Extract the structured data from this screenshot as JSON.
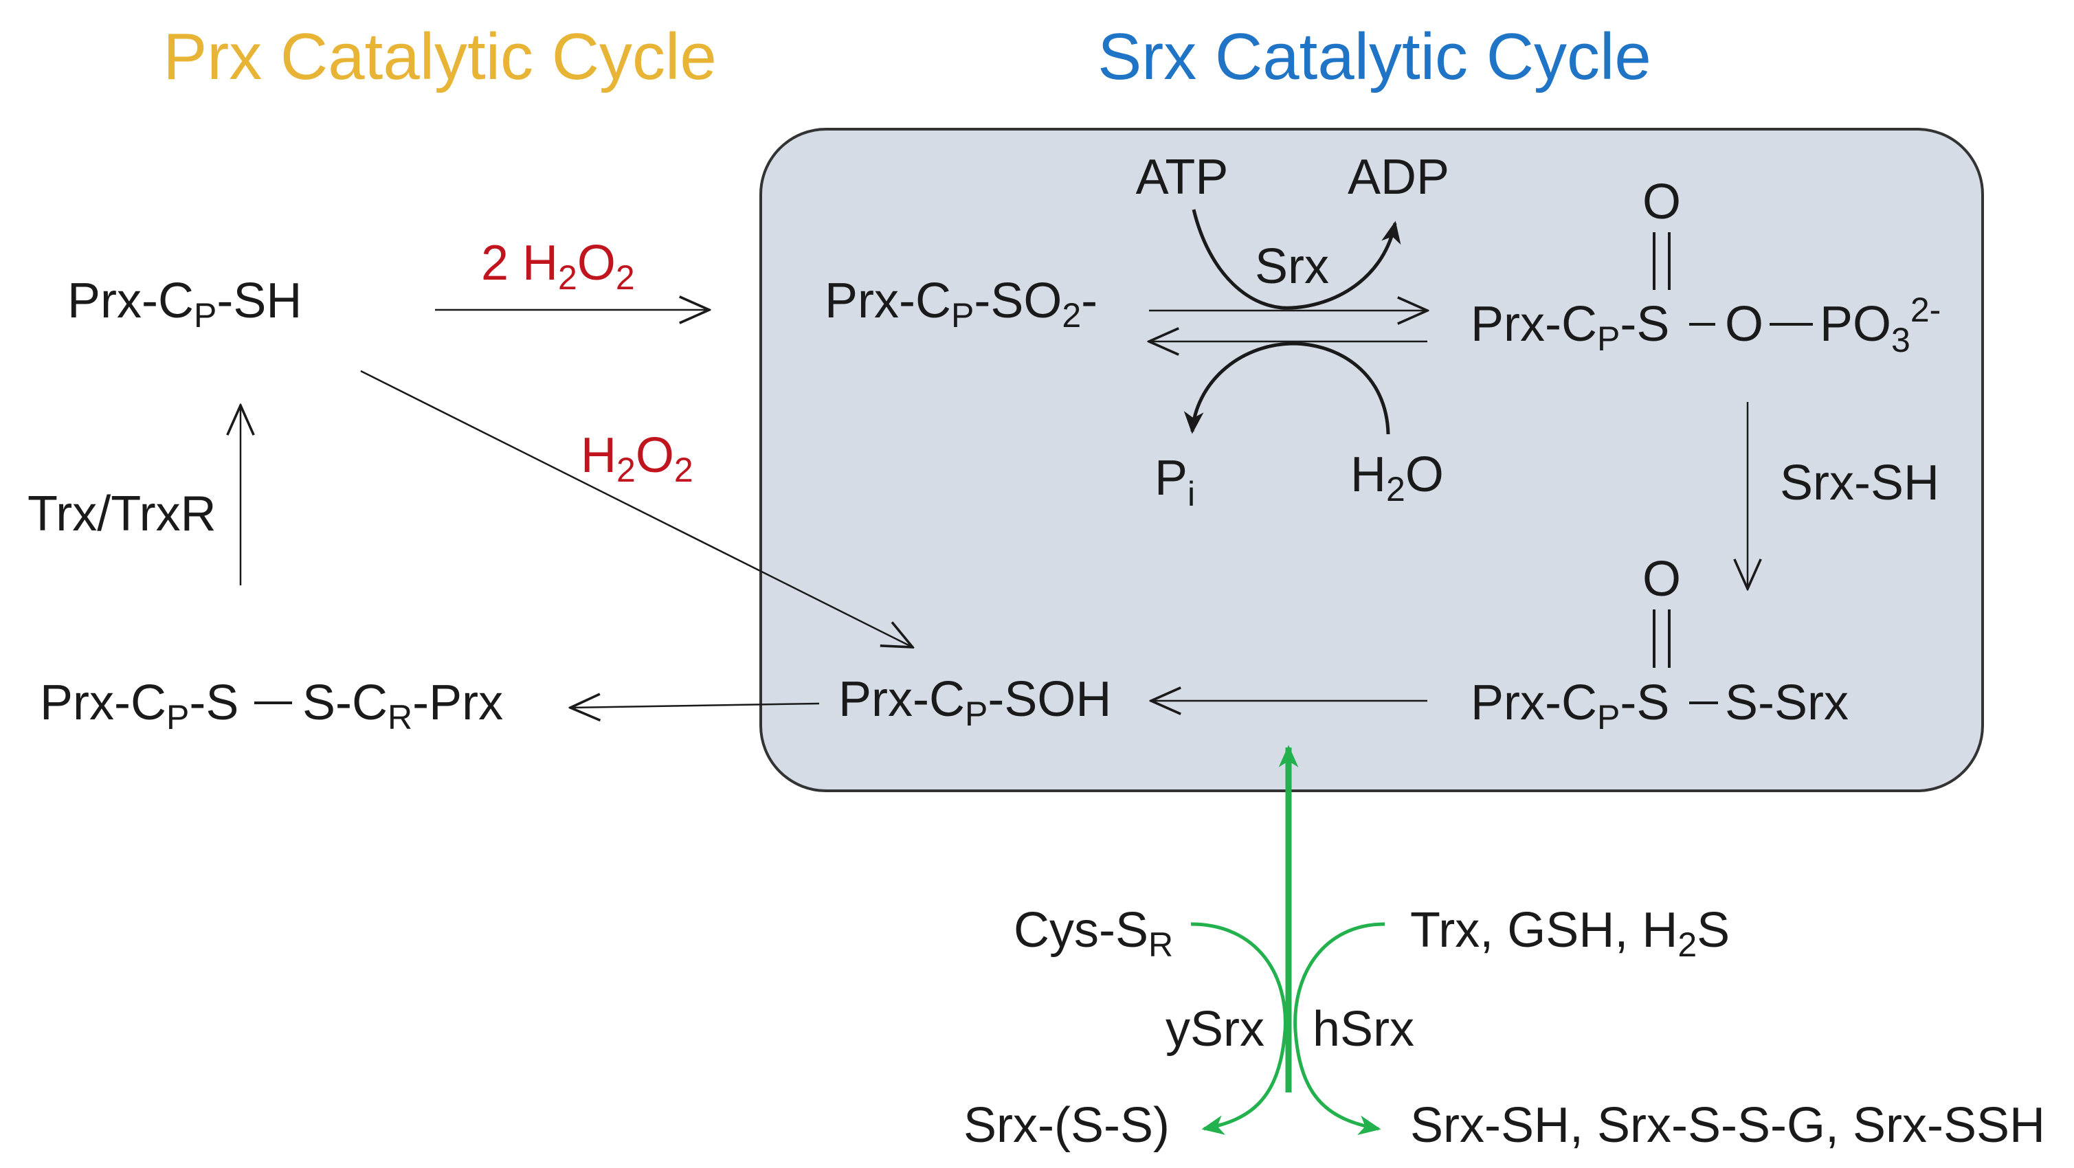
{
  "headers": {
    "prx_cycle": "Prx Catalytic Cycle",
    "srx_cycle": "Srx Catalytic Cycle"
  },
  "species": {
    "prx_sh": {
      "main": "Prx-C",
      "sub": "P",
      "tail": "-SH"
    },
    "prx_so2": {
      "main": "Prx-C",
      "sub": "P",
      "mid": "-SO",
      "sub2": "2",
      "tail": "-"
    },
    "prx_sulfinyl_phosphate": {
      "main": "Prx-C",
      "sub": "P",
      "tail": "-S",
      "oxygen_top": "O",
      "bridge_o": "O",
      "po": "PO",
      "po_sub": "3",
      "po_sup": "2-"
    },
    "prx_thiosulfinate": {
      "main": "Prx-C",
      "sub": "P",
      "tail": "-S",
      "oxygen_top": "O",
      "right": "S-Srx"
    },
    "prx_soh": {
      "main": "Prx-C",
      "sub": "P",
      "tail": "-SOH"
    },
    "prx_disulfide": {
      "left_main": "Prx-C",
      "left_sub": "P",
      "left_tail": "-S",
      "right_main": "S-C",
      "right_sub": "R",
      "right_tail": "-Prx"
    }
  },
  "reagents": {
    "two_h2o2": {
      "pre": "2 H",
      "sub1": "2",
      "mid": "O",
      "sub2": "2"
    },
    "h2o2": {
      "pre": "H",
      "sub1": "2",
      "mid": "O",
      "sub2": "2"
    },
    "atp": "ATP",
    "adp": "ADP",
    "srx_enzyme": "Srx",
    "pi": {
      "main": "P",
      "sub": "i"
    },
    "h2o": {
      "pre": "H",
      "sub": "2",
      "tail": "O"
    },
    "srx_sh": "Srx-SH",
    "trx_trxr": "Trx/TrxR"
  },
  "regeneration": {
    "cys_sr": {
      "main": "Cys-S",
      "sub": "R"
    },
    "trx_gsh_h2s": {
      "pre": "Trx, GSH, H",
      "sub": "2",
      "tail": "S"
    },
    "ysrx": "ySrx",
    "hsrx": "hSrx",
    "srx_ss": "Srx-(S-S)",
    "srx_products": "Srx-SH, Srx-S-S-G, Srx-SSH"
  },
  "colors": {
    "prx_header": "#E8B436",
    "srx_header": "#1F74C6",
    "peroxide_text": "#C0141E",
    "box_fill": "#D6DCE6",
    "box_stroke": "#333333",
    "green_arrow": "#22B14C",
    "ink": "#1a1a1a"
  }
}
